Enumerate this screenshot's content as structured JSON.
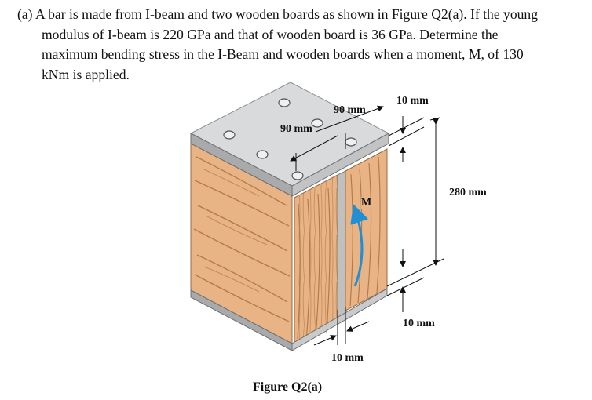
{
  "problem": {
    "lines": [
      "(a) A bar is made from I-beam and two wooden boards as shown in Figure Q2(a). If the young",
      "modulus of I-beam is 220 GPa and that of wooden board is 36 GPa.  Determine the",
      "maximum bending stress in the I-Beam and wooden boards when a moment, M, of 130",
      "kNm is applied."
    ]
  },
  "figure": {
    "caption": "Figure Q2(a)",
    "labels": {
      "flange_width_top": "90 mm",
      "flange_width_left": "90 mm",
      "flange_thickness_top": "10 mm",
      "height": "280 mm",
      "flange_thickness_bottom": "10 mm",
      "web_thickness": "10 mm",
      "moment": "M"
    },
    "colors": {
      "wood": "#e8b486",
      "wood_grain": "#b57a4a",
      "steel_top": "#d9dadb",
      "steel_edge": "#8f9091",
      "moment_arrow": "#1f8fd6"
    }
  }
}
